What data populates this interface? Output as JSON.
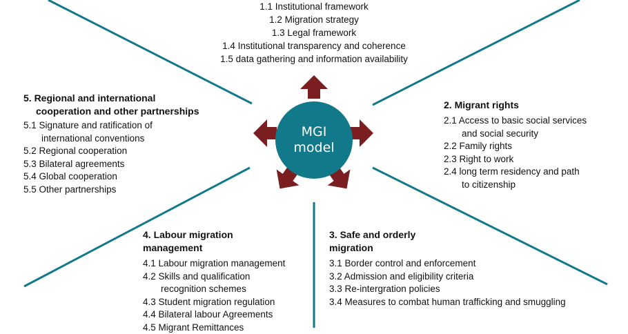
{
  "colors": {
    "hub": "#11798a",
    "lines": "#11798a",
    "arrows": "#7a1e22",
    "text": "#111111"
  },
  "hub": {
    "line1": "MGI",
    "line2": "model"
  },
  "dimension1": {
    "items": [
      "1.1 Institutional framework",
      "1.2 Migration strategy",
      "1.3 Legal framework",
      "1.4 Institutional transparency and coherence",
      "1.5 data gathering and information availability"
    ]
  },
  "dimension2": {
    "title": "2. Migrant rights",
    "items": [
      "2.1 Access to basic social services",
      "and social security",
      "2.2 Family rights",
      "2.3 Right to work",
      "2.4 long term residency and path",
      "to citizenship"
    ]
  },
  "dimension3": {
    "title_line1": "3. Safe and orderly",
    "title_line2": "migration",
    "items": [
      "3.1 Border control and enforcement",
      "3.2 Admission and eligibility criteria",
      "3.3 Re-intergration policies",
      "3.4 Measures to combat human trafficking and smuggling"
    ]
  },
  "dimension4": {
    "title_line1": "4. Labour migration",
    "title_line2": "management",
    "items": [
      "4.1 Labour migration management",
      "4.2 Skills and qualification",
      "recognition schemes",
      "4.3 Student migration regulation",
      "4.4 Bilateral labour Agreements",
      "4.5 Migrant Remittances"
    ]
  },
  "dimension5": {
    "title_line1": "5. Regional and international",
    "title_line2": "cooperation and other partnerships",
    "items": [
      "5.1 Signature and ratification of",
      "international conventions",
      "5.2 Regional cooperation",
      "5.3 Bilateral agreements",
      "5.4 Global cooperation",
      "5.5 Other partnerships"
    ]
  }
}
